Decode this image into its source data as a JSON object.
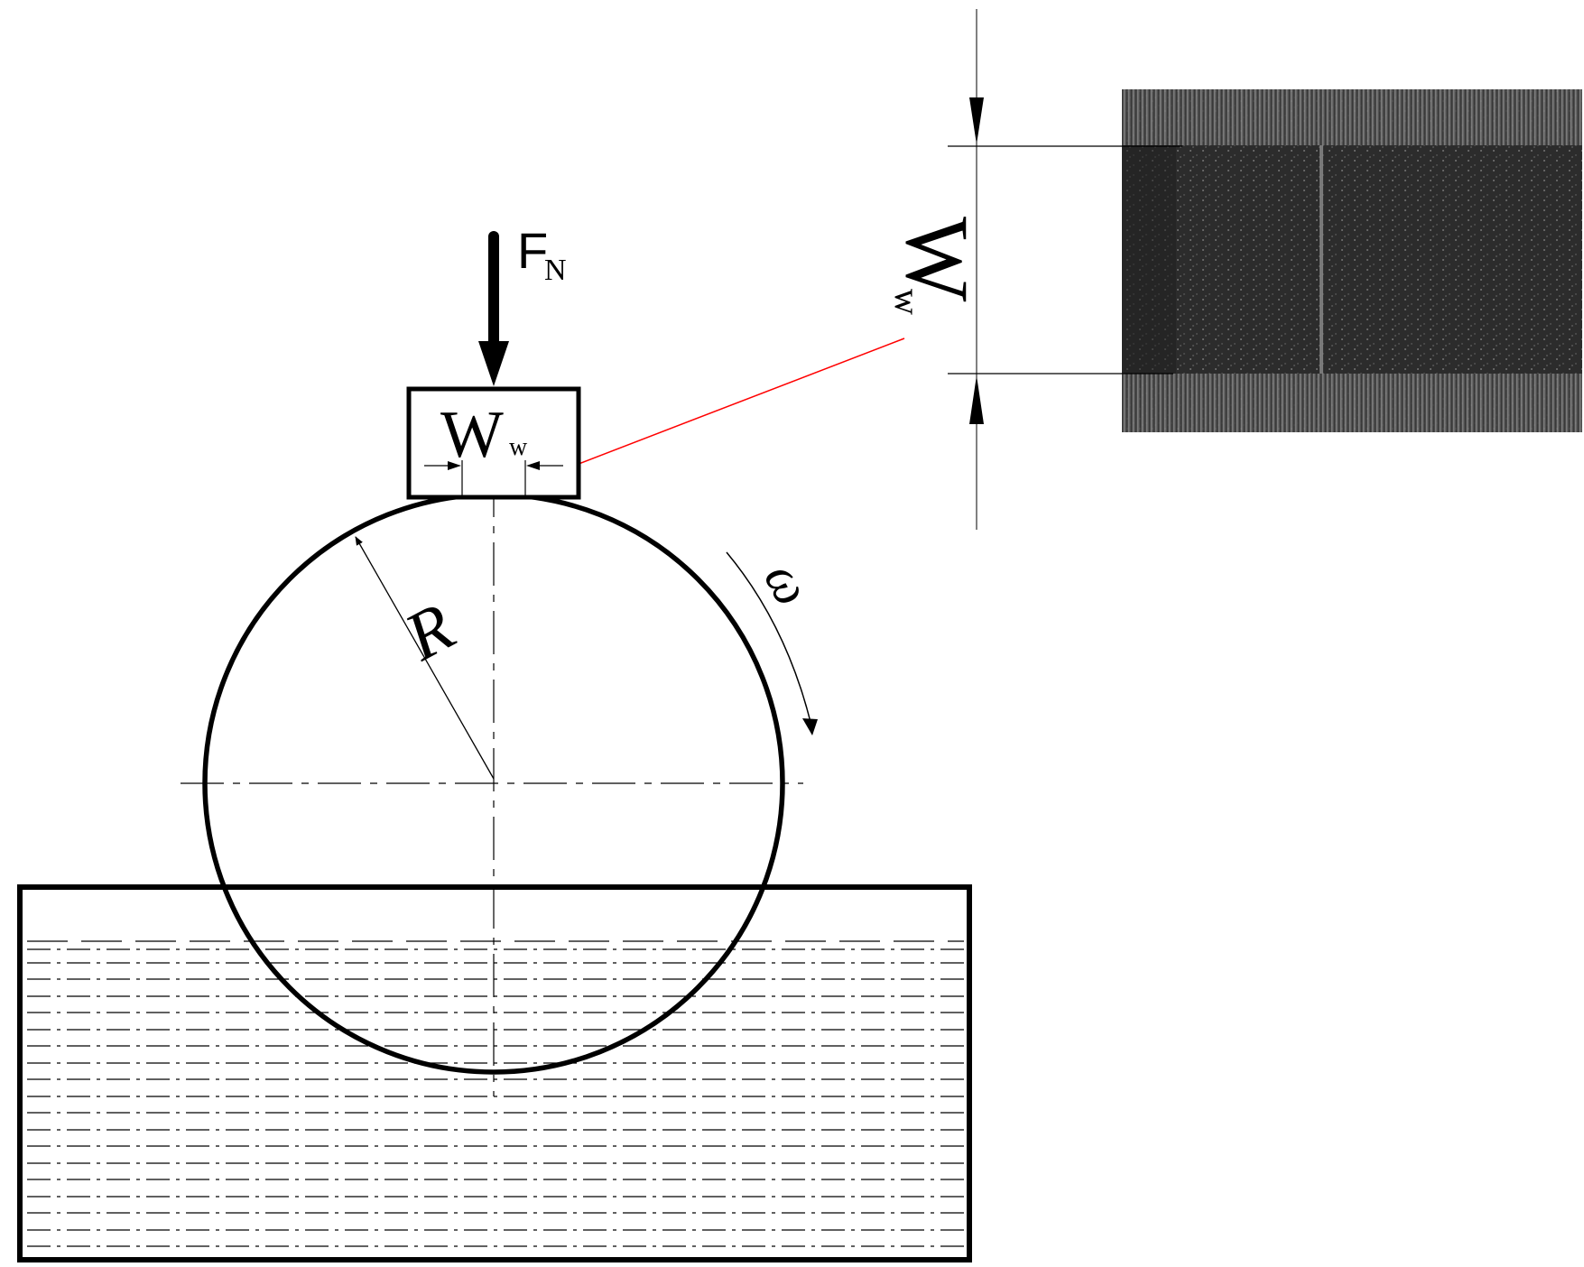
{
  "labels": {
    "force_main": "F",
    "force_sub": "N",
    "block_width_main": "W",
    "block_width_sub": "w",
    "photo_width_main": "W",
    "photo_width_sub": "w",
    "radius": "R",
    "omega": "ω"
  },
  "colors": {
    "ink": "#000000",
    "leader_line": "#ff0000",
    "photo_dark": "#2a2a2a",
    "photo_band": "#7a7a7a",
    "background": "#ffffff"
  }
}
